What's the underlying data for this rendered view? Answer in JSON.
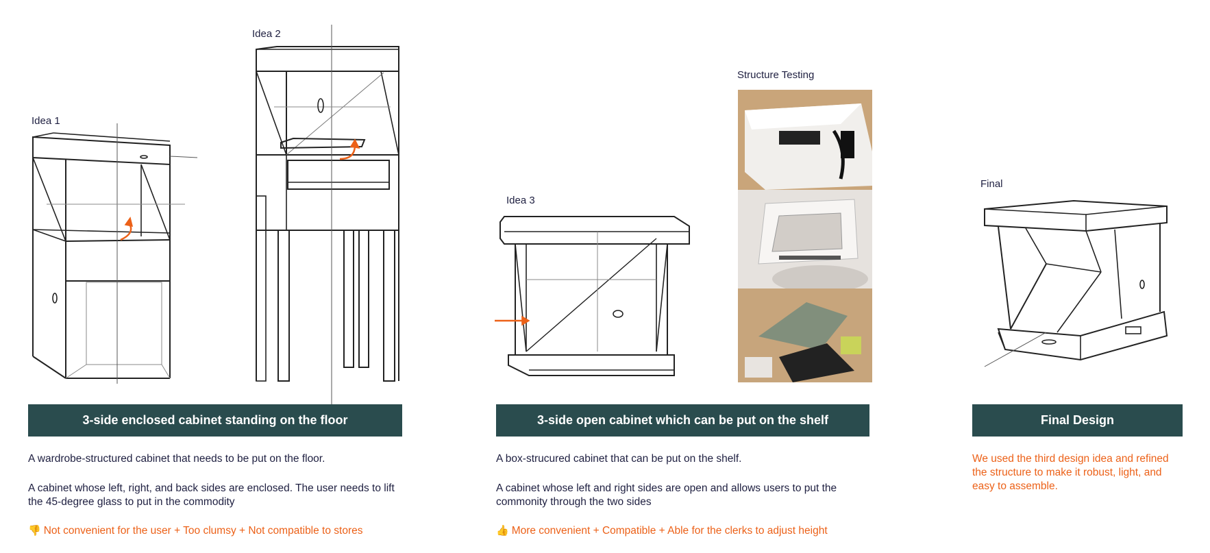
{
  "ideas": {
    "idea1_label": "Idea 1",
    "idea2_label": "Idea 2",
    "idea3_label": "Idea 3",
    "testing_label": "Structure Testing",
    "final_label": "Final"
  },
  "section1": {
    "title": "3-side enclosed cabinet standing on the floor",
    "line1": "A wardrobe-structured cabinet that needs to be put on the floor.",
    "line2": "A cabinet whose left, right, and back sides are enclosed. The user needs to lift the 45-degree glass to put in the commodity",
    "verdict": "Not convenient for the user + Too clumsy + Not compatible to stores",
    "verdict_icon": "thumbs-down-icon"
  },
  "section2": {
    "title": "3-side open cabinet which can be put on the shelf",
    "line1": "A box-strucured cabinet that can be put on the shelf.",
    "line2": "A cabinet whose left and right sides are open and allows users to put the commonity through the two sides",
    "verdict": "More convenient + Compatible + Able for the clerks to adjust height",
    "verdict_icon": "thumbs-up-icon"
  },
  "section3": {
    "title": "Final Design",
    "line1": "We used the third design idea and refined the structure to make it robust, light, and easy to assemble."
  },
  "colors": {
    "banner": "#2a4c4e",
    "accent": "#ec6118",
    "text": "#1e1f40"
  }
}
